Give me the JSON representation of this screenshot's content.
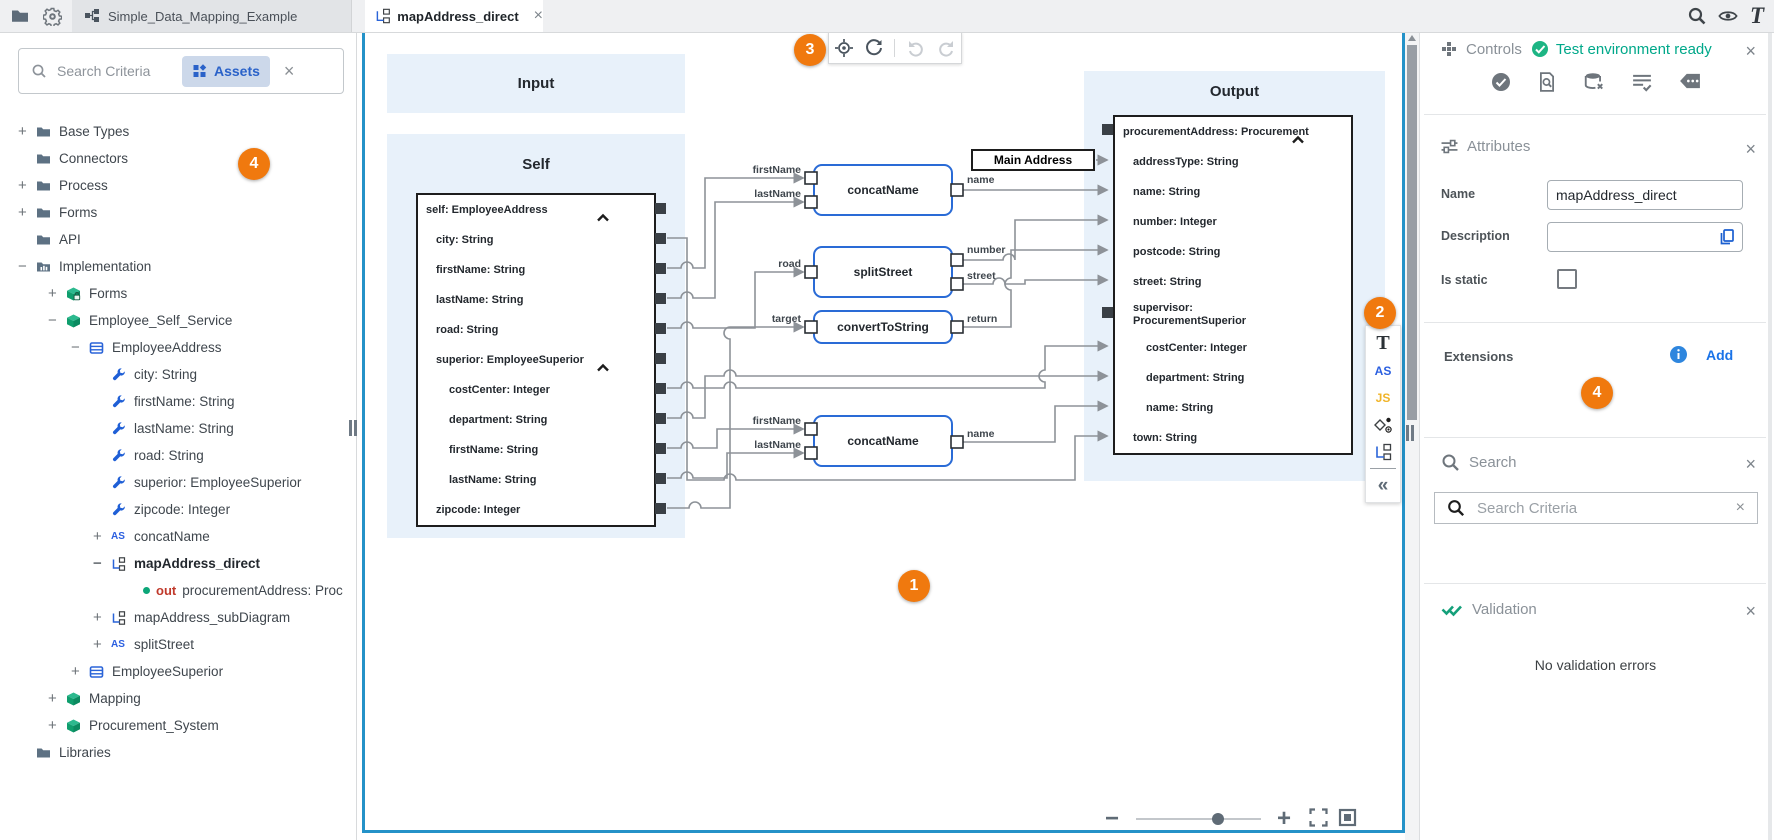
{
  "topbar": {
    "project_tab": "Simple_Data_Mapping_Example",
    "diagram_tab": "mapAddress_direct",
    "close_glyph": "×"
  },
  "sidebar": {
    "search_placeholder": "Search Criteria",
    "assets_label": "Assets",
    "clear_glyph": "×",
    "tree": [
      {
        "exp": "+",
        "label": "Base Types"
      },
      {
        "exp": "",
        "label": "Connectors"
      },
      {
        "exp": "+",
        "label": "Process"
      },
      {
        "exp": "+",
        "label": "Forms"
      },
      {
        "exp": "",
        "label": "API"
      },
      {
        "exp": "−",
        "label": "Implementation"
      },
      {
        "exp": "+",
        "label": "Forms"
      },
      {
        "exp": "−",
        "label": "Employee_Self_Service"
      },
      {
        "exp": "−",
        "label": "EmployeeAddress"
      },
      {
        "exp": "",
        "label": "city: String"
      },
      {
        "exp": "",
        "label": "firstName: String"
      },
      {
        "exp": "",
        "label": "lastName: String"
      },
      {
        "exp": "",
        "label": "road: String"
      },
      {
        "exp": "",
        "label": "superior: EmployeeSuperior"
      },
      {
        "exp": "",
        "label": "zipcode: Integer"
      },
      {
        "exp": "+",
        "label": "concatName"
      },
      {
        "exp": "−",
        "label": "mapAddress_direct"
      },
      {
        "exp": "",
        "out": "out",
        "label": "procurementAddress: Proc"
      },
      {
        "exp": "+",
        "label": "mapAddress_subDiagram"
      },
      {
        "exp": "+",
        "label": "splitStreet"
      },
      {
        "exp": "+",
        "label": "EmployeeSuperior"
      },
      {
        "exp": "+",
        "label": "Mapping"
      },
      {
        "exp": "+",
        "label": "Procurement_System"
      },
      {
        "exp": "",
        "label": "Libraries"
      }
    ]
  },
  "canvas": {
    "input_title": "Input",
    "self_title": "Self",
    "output_title": "Output",
    "main_address_label": "Main Address",
    "center_badge": "1",
    "palette_badge": "2",
    "toolbar_badge": "3",
    "sidebar_badge": "4",
    "self_box": {
      "header": "self: EmployeeAddress",
      "rows": [
        {
          "text": "city: String"
        },
        {
          "text": "firstName: String"
        },
        {
          "text": "lastName: String"
        },
        {
          "text": "road: String"
        },
        {
          "text": "superior: EmployeeSuperior"
        },
        {
          "text": "costCenter: Integer"
        },
        {
          "text": "department: String"
        },
        {
          "text": "firstName: String"
        },
        {
          "text": "lastName: String"
        },
        {
          "text": "zipcode: Integer"
        }
      ]
    },
    "output_box": {
      "header": "procurementAddress: ProcurementAddress",
      "rows": [
        {
          "text": "addressType: String"
        },
        {
          "text": "name: String"
        },
        {
          "text": "number: Integer"
        },
        {
          "text": "postcode: String"
        },
        {
          "text": "street: String"
        },
        {
          "text": "supervisor: ProcurementSuperior"
        },
        {
          "text": "costCenter: Integer"
        },
        {
          "text": "department: String"
        },
        {
          "text": "name: String"
        },
        {
          "text": "town: String"
        }
      ]
    },
    "nodes": [
      {
        "label": "concatName",
        "inputs": [
          "firstName",
          "lastName"
        ],
        "outputs": [
          "name"
        ]
      },
      {
        "label": "splitStreet",
        "inputs": [
          "road"
        ],
        "outputs": [
          "number",
          "street"
        ]
      },
      {
        "label": "convertToString",
        "inputs": [
          "target"
        ],
        "outputs": [
          "return"
        ]
      },
      {
        "label": "concatName",
        "inputs": [
          "firstName",
          "lastName"
        ],
        "outputs": [
          "name"
        ]
      }
    ],
    "palette": {
      "text_tool": "T",
      "as_tool": "AS",
      "js_tool": "JS",
      "collapse_glyph": "«"
    }
  },
  "panel": {
    "controls": {
      "title": "Controls",
      "status": "Test environment ready",
      "close_glyph": "×"
    },
    "attributes": {
      "title": "Attributes",
      "name_label": "Name",
      "name_value": "mapAddress_direct",
      "description_label": "Description",
      "is_static_label": "Is static",
      "close_glyph": "×"
    },
    "extensions": {
      "title": "Extensions",
      "add_label": "Add",
      "badge": "4"
    },
    "search": {
      "title": "Search",
      "placeholder": "Search Criteria",
      "close_glyph": "×",
      "clear_glyph": "×"
    },
    "validation": {
      "title": "Validation",
      "message": "No validation errors",
      "close_glyph": "×"
    }
  }
}
